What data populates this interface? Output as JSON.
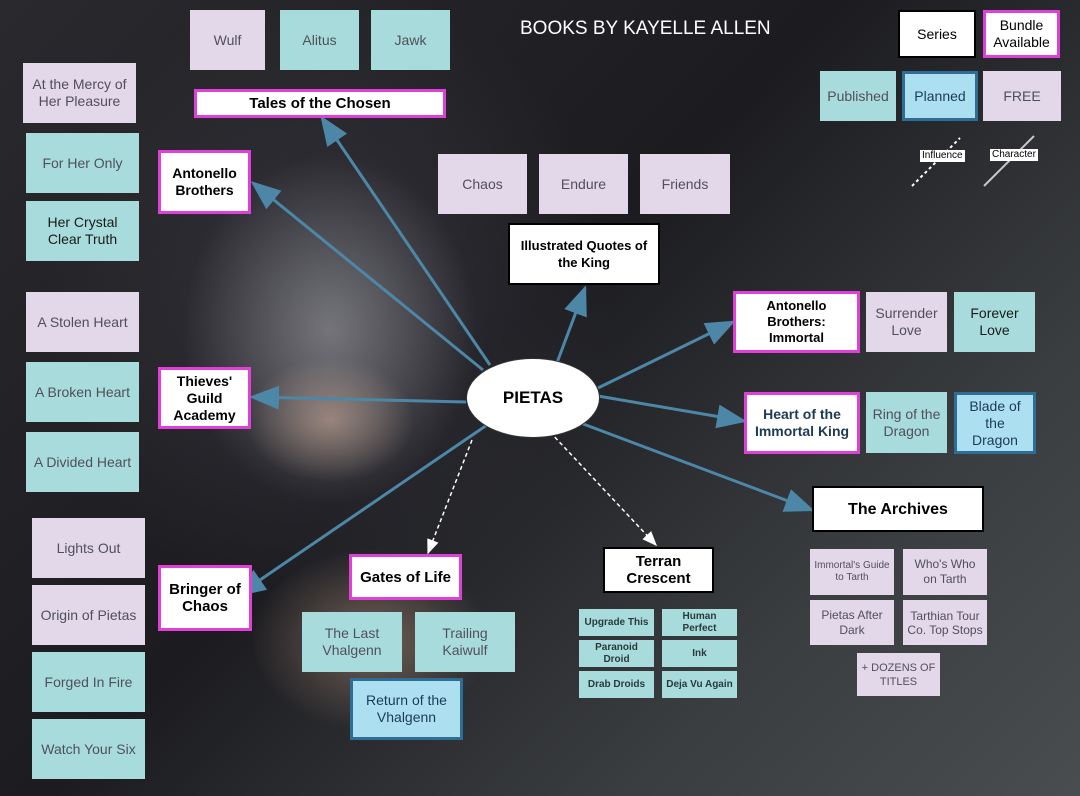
{
  "title": "BOOKS BY KAYELLE ALLEN",
  "center": "PIETAS",
  "legend": {
    "series": "Series",
    "bundle": "Bundle Available",
    "published": "Published",
    "planned": "Planned",
    "free": "FREE",
    "influence": "Influence",
    "character": "Character"
  },
  "series": {
    "tales": "Tales of the Chosen",
    "antonello": "Antonello Brothers",
    "illustrated": "Illustrated Quotes of the King",
    "antonello_immortal": "Antonello Brothers: Immortal",
    "thieves": "Thieves' Guild Academy",
    "heart_immortal": "Heart of the Immortal King",
    "archives": "The Archives",
    "bringer": "Bringer of Chaos",
    "gates": "Gates of Life",
    "terran": "Terran Crescent"
  },
  "books": {
    "wulf": "Wulf",
    "alitus": "Alitus",
    "jawk": "Jawk",
    "mercy": "At the Mercy of Her Pleasure",
    "for_her_only": "For Her Only",
    "crystal": "Her Crystal Clear Truth",
    "chaos": "Chaos",
    "endure": "Endure",
    "friends": "Friends",
    "surrender": "Surrender Love",
    "forever": "Forever Love",
    "stolen": "A Stolen Heart",
    "broken": "A Broken Heart",
    "divided": "A Divided Heart",
    "ring": "Ring of the Dragon",
    "blade": "Blade of the Dragon",
    "lights": "Lights Out",
    "origin": "Origin of Pietas",
    "forged": "Forged In Fire",
    "watch": "Watch Your Six",
    "last_vhalgenn": "The Last Vhalgenn",
    "trailing": "Trailing Kaiwulf",
    "return": "Return of the Vhalgenn",
    "upgrade": "Upgrade This",
    "human": "Human Perfect",
    "paranoid": "Paranoid Droid",
    "ink": "Ink",
    "drab": "Drab Droids",
    "deja": "Deja Vu Again",
    "immortals_guide": "Immortal's Guide to Tarth",
    "whos_who": "Who's Who on Tarth",
    "pietas_after": "Pietas After Dark",
    "tarthian": "Tarthian Tour Co. Top Stops",
    "dozens": "+ DOZENS OF TITLES"
  },
  "colors": {
    "published": "#a8dcdc",
    "planned": "#ace0f0",
    "free": "#e3d8ea",
    "series_border": "#e040d8",
    "arrow": "#3f7391"
  }
}
